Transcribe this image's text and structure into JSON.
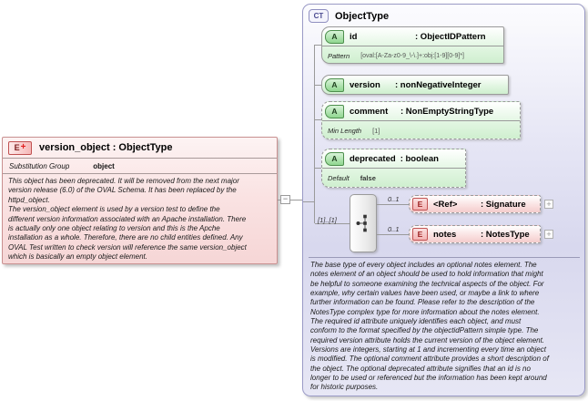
{
  "left_box": {
    "icon_letter": "E",
    "icon_plus": "+",
    "title": "version_object : ObjectType",
    "substitution_label": "Substitution Group",
    "substitution_value": "object",
    "documentation": "This object has been deprecated. It will be removed from the next major\nversion release (6.0) of the OVAL Schema. It has been replaced by the\nhttpd_object.\nThe version_object element is used by a version test to define the\ndifferent version information associated with an Apache installation. There\nis actually only one object relating to version and this is the Apche\ninstallation as a whole. Therefore, there are no child entities defined. Any\nOVAL Test written to check version will reference the same version_object\nwhich is basically an empty object element."
  },
  "connectors": {
    "collapse_glyph": "−",
    "expand_glyph": "+"
  },
  "right_panel": {
    "icon": "CT",
    "title": "ObjectType",
    "attr_icon": "A",
    "elem_icon": "E",
    "attributes": [
      {
        "name": "id",
        "type": ": ObjectIDPattern",
        "facet_label": "Pattern",
        "facet_value": "[oval:[A-Za-z0-9_\\-\\.]+:obj:[1-9][0-9]*]"
      },
      {
        "name": "version",
        "type": ": nonNegativeInteger"
      },
      {
        "name": "comment",
        "type": ": NonEmptyStringType",
        "facet_label": "Min Length",
        "facet_value": "[1]"
      },
      {
        "name": "deprecated",
        "type": ": boolean",
        "facet_label": "Default",
        "facet_value": "false"
      }
    ],
    "sequence": {
      "cardinality": "[1]..[1]"
    },
    "elements": [
      {
        "name": "<Ref>",
        "type": ": Signature",
        "cardinality": "0..1"
      },
      {
        "name": "notes",
        "type": ": NotesType",
        "cardinality": "0..1"
      }
    ],
    "documentation": "The base type of every object includes an optional notes element. The\nnotes element of an object should be used to hold information that might\nbe helpful to someone examining the technical aspects of the object. For\nexample, why certain values have been used, or maybe a link to where\nfurther information can be found. Please refer to the description of the\nNotesType complex type for more information about the notes element.\nThe required id attribute uniquely identifies each object, and must\nconform to the format specified by the objectidPattern simple type. The\nrequired version attribute holds the current version of the object element.\nVersions are integers, starting at 1 and incrementing every time an object\nis modified. The optional comment attribute provides a short description of\nthe object. The optional deprecated attribute signifies that an id is no\nlonger to be used or referenced but the information has been kept around\nfor historic purposes."
  }
}
